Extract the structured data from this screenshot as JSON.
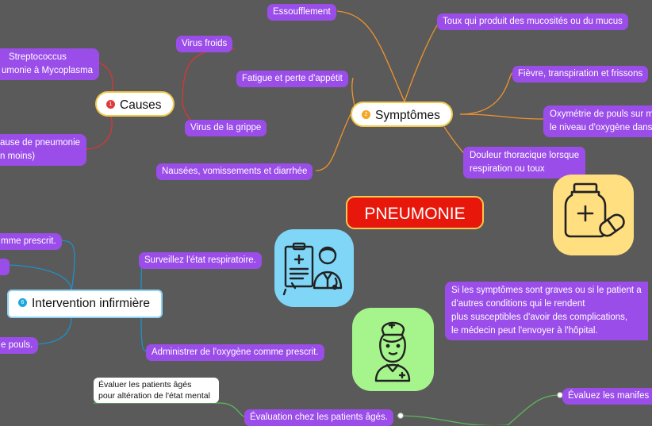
{
  "central": "PNEUMONIE",
  "topics": {
    "causes": {
      "badge": "1",
      "label": "Causes",
      "color": "#e03b3b"
    },
    "symptomes": {
      "badge": "2",
      "label": "Symptômes",
      "color": "#f5a623"
    },
    "intervention": {
      "badge": "6",
      "label": "Intervention infirmière",
      "color": "#1ba7e0"
    }
  },
  "causes": {
    "strepto": [
      "Streptococcus",
      "umonie à Mycoplasma"
    ],
    "virus_froids": "Virus froids",
    "virus_grippe": "Virus de la grippe",
    "cause_pneumonie": [
      "ause de pneumonie",
      "n moins)"
    ]
  },
  "symptomes": {
    "essoufflement": "Essoufflement",
    "toux": "Toux qui produit des mucosités ou du mucus",
    "fatigue": "Fatigue et perte d'appétit",
    "fievre": "Fièvre, transpiration et frissons",
    "oxymetrie": [
      "Oxymétrie de pouls sur m",
      "le niveau d'oxygène dans"
    ],
    "douleur": [
      "Douleur thoracique lorsque",
      "respiration ou toux"
    ],
    "nausees": "Nausées, vomissements et diarrhée"
  },
  "intervention": {
    "comme_prescrit": "mme prescrit.",
    "surveillez": "Surveillez l'état respiratoire.",
    "pouls": "e pouls.",
    "administrer": "Administrer de l'oxygène comme prescrit."
  },
  "hospital_note": [
    "Si les symptômes sont graves ou si le patient a",
    "d'autres conditions qui le rendent",
    "plus susceptibles d'avoir des complications,",
    "le médecin peut l'envoyer à l'hôpital."
  ],
  "evaluation": {
    "note": [
      "Évaluer les patients âgés",
      "pour altération de l'état mental"
    ],
    "label": "Évaluation chez les patients âgés.",
    "evaluez": "Évaluez les manifes"
  },
  "icons": {
    "medication": "medicine-bottle-pill-icon",
    "doctor": "doctor-clipboard-icon",
    "nurse": "nurse-icon"
  },
  "colors": {
    "background": "#5a5a5a",
    "tag": "#9b4dea",
    "central": "#e8170c",
    "causes_line": "#d93636",
    "symptomes_line": "#f0932b",
    "intervention_line": "#1e90c8",
    "evaluation_line": "#5cb85c",
    "medication_tile": "#ffdf80",
    "doctor_tile": "#7fd6f7",
    "nurse_tile": "#a6f58c"
  }
}
